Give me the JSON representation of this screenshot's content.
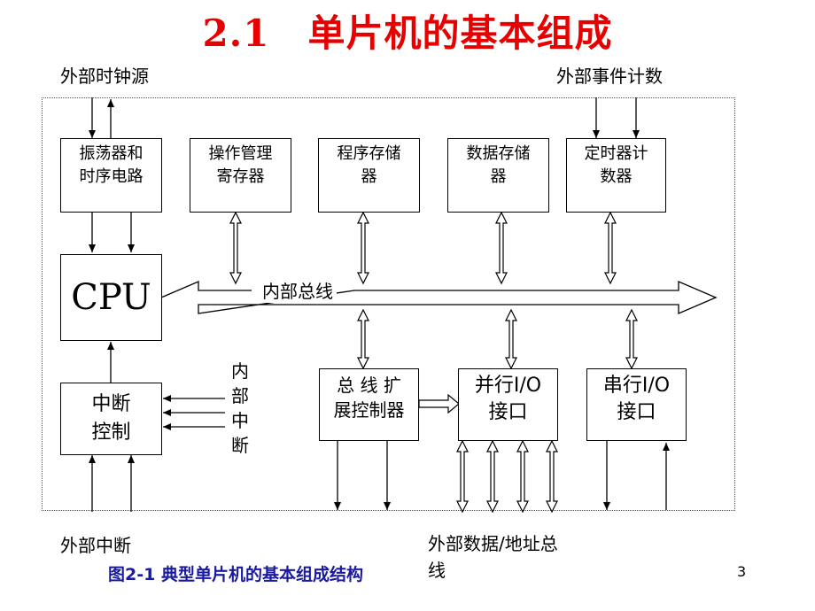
{
  "title": "2.1　单片机的基本组成",
  "labels": {
    "ext_clock": "外部时钟源",
    "ext_event": "外部事件计数",
    "ext_interrupt": "外部中断",
    "ext_bus_line1": "外部数据/地址总",
    "ext_bus_line2": "线",
    "internal_bus": "内部总线",
    "internal_interrupt": [
      "内",
      "部",
      "中",
      "断"
    ]
  },
  "blocks": {
    "oscillator": [
      "振荡器和",
      "时序电路"
    ],
    "ops_regs": [
      "操作管理",
      "寄存器"
    ],
    "program_mem": [
      "程序存储",
      "器"
    ],
    "data_mem": [
      "数据存储",
      "器"
    ],
    "timer": [
      "定时器计",
      "数器"
    ],
    "cpu": "CPU",
    "interrupt_ctrl": [
      "中断",
      "控制"
    ],
    "bus_expander": [
      "总 线 扩",
      "展控制器"
    ],
    "parallel_io": [
      "并行I/O",
      "接口"
    ],
    "serial_io": [
      "串行I/O",
      "接口"
    ]
  },
  "caption": "图2-1 典型单片机的基本组成结构",
  "page_number": "3"
}
